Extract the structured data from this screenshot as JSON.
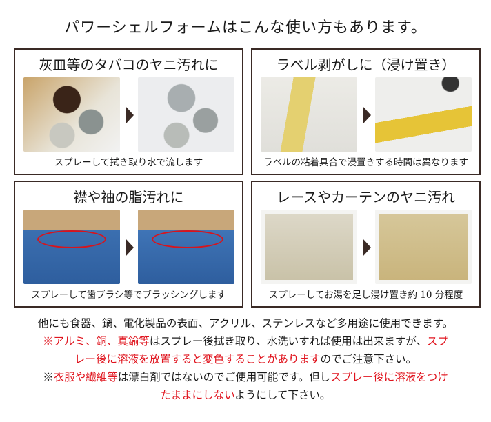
{
  "title": "パワーシェルフォームはこんな使い方もあります。",
  "panels": [
    {
      "title": "灰皿等のタバコのヤニ汚れに",
      "caption": "スプレーして拭き取り水で流します"
    },
    {
      "title": "ラベル剥がしに（浸け置き）",
      "caption": "ラベルの粘着具合で浸置きする時間は異なります"
    },
    {
      "title": "襟や袖の脂汚れに",
      "caption": "スプレーして歯ブラシ等でブラッシングします"
    },
    {
      "title": "レースやカーテンのヤニ汚れ",
      "caption": "スプレーしてお湯を足し浸け置き約 10 分程度"
    }
  ],
  "notes": {
    "line1": "他にも食器、鍋、電化製品の表面、アクリル、ステンレスなど多用途に使用できます。",
    "l2a": "※アルミ、銅、真鍮等",
    "l2b": "はスプレー後拭き取り、水洗いすれば使用は出来ますが、",
    "l2c": "スプ",
    "l3a": "レー後に溶液を放置すると変色することがあります",
    "l3b": "のでご注意下さい。",
    "l4a": "※",
    "l4b": "衣服や繊維等",
    "l4c": "は漂白剤ではないのでご使用可能です。但し",
    "l4d": "スプレー後に溶液をつけ",
    "l5a": "たままにしない",
    "l5b": "ようにして下さい。"
  },
  "colors": {
    "red": "#e0141e",
    "border": "#3a2a25"
  }
}
